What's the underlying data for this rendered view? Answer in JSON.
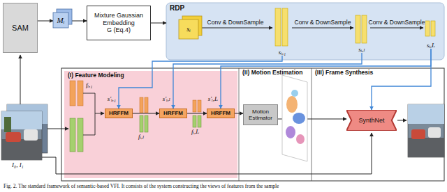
{
  "diagram": {
    "caption": "Fig. 2. The standard framework of semantic-based VFI. It consists of the system constructing the views of features from the sample",
    "nodes": [
      {
        "text": [
          "SAM"
        ]
      },
      {
        "text": [
          "Mᵢ"
        ]
      },
      {
        "text": [
          "Mixture Gaussian Embedding",
          "G (Eq.4)"
        ]
      },
      {
        "text": [
          "RDP"
        ]
      },
      {
        "text": [
          "sᵢ"
        ],
        "in": 3
      },
      {
        "text": [
          "sᵢ,₁"
        ],
        "in": 3
      },
      {
        "text": [
          "sᵢ,ₗ"
        ],
        "in": 3
      },
      {
        "text": [
          "sᵢ,L"
        ],
        "in": 3
      },
      {
        "text": [
          "(I) Feature Modeling"
        ]
      },
      {
        "text": [
          "HRFFM"
        ],
        "in": 8
      },
      {
        "text": [
          "HRFFM"
        ],
        "in": 8
      },
      {
        "text": [
          "HRFFM"
        ],
        "in": 8
      },
      {
        "text": [
          "(II) Motion Estimation"
        ]
      },
      {
        "text": [
          "Motion Estimator"
        ],
        "in": 12
      },
      {
        "text": [
          "(III) Frame Synthesis"
        ]
      },
      {
        "text": [
          "SynthNet"
        ],
        "in": 14
      }
    ],
    "edges": [
      {
        "from": 0,
        "to": 1,
        "arrow": "to"
      },
      {
        "from": 1,
        "to": 2,
        "arrow": "to"
      },
      {
        "from": 2,
        "to": 3,
        "arrow": "to"
      },
      {
        "from": 4,
        "to": 5,
        "label": "Conv & DownSample",
        "arrow": "to"
      },
      {
        "from": 5,
        "to": 6,
        "label": "Conv & DownSample",
        "arrow": "to"
      },
      {
        "from": 6,
        "to": 7,
        "label": "Conv & DownSample",
        "arrow": "to"
      },
      {
        "from": 5,
        "to": 9,
        "label": "s′ᵢ,₁",
        "arrow": "to"
      },
      {
        "from": 6,
        "to": 10,
        "label": "s′ᵢ,ₗ",
        "arrow": "to"
      },
      {
        "from": 7,
        "to": 11,
        "label": "s′ᵢ,L",
        "arrow": "to"
      },
      {
        "from": 7,
        "to": 15,
        "arrow": "to"
      },
      {
        "from": 9,
        "to": 10,
        "arrow": "to"
      },
      {
        "from": 10,
        "to": 11,
        "arrow": "to"
      },
      {
        "from": 11,
        "to": 13,
        "arrow": "to"
      },
      {
        "from": 13,
        "to": 15,
        "arrow": "to"
      }
    ],
    "labels": [
      "I₀, I₁",
      "fᵢ,₁",
      "fᵢ,ₗ",
      "fᵢ,L"
    ]
  }
}
